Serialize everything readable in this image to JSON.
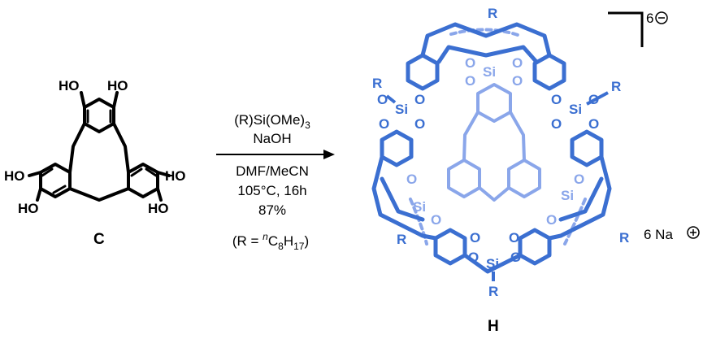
{
  "reactant": {
    "label": "C",
    "substituent": "HO"
  },
  "conditions": {
    "reagent_base": "(R)Si(OMe)",
    "reagent_sub": "3",
    "base": "NaOH",
    "solvent": "DMF/MeCN",
    "temp_time": "105°C, 16h",
    "yield": "87%",
    "r_def_prefix": "(R = ",
    "r_def_sup": "n",
    "r_def_c": "C",
    "r_def_c_sub": "8",
    "r_def_h": "H",
    "r_def_h_sub": "17",
    "r_def_suffix": ")"
  },
  "product": {
    "label": "H",
    "charge": "6",
    "counterion": "6 Na",
    "si": "Si",
    "oxygen": "O",
    "r_group": "R"
  },
  "colors": {
    "ink": "#000000",
    "cage_front": "#3b6fd1",
    "cage_back": "#8aa6ea"
  }
}
